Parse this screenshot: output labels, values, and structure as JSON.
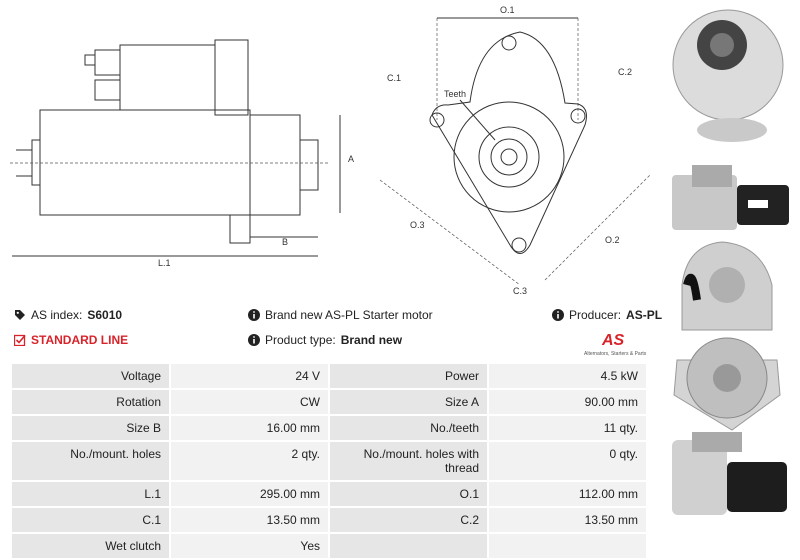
{
  "drawing": {
    "dim_labels": {
      "a": "A",
      "b": "B",
      "l1": "L.1",
      "o1": "O.1",
      "o2": "O.2",
      "o3": "O.3",
      "c1": "C.1",
      "c2": "C.2",
      "c3": "C.3",
      "teeth": "Teeth"
    }
  },
  "info": {
    "as_index_label": "AS index:",
    "as_index_value": "S6010",
    "description": "Brand new AS-PL Starter motor",
    "producer_label": "Producer:",
    "producer_value": "AS-PL",
    "line_label": "STANDARD LINE",
    "product_type_label": "Product type:",
    "product_type_value": "Brand new",
    "logo_text": "AS",
    "logo_tagline": "Alternators, Starters & Parts"
  },
  "specs": [
    {
      "l1": "Voltage",
      "v1": "24 V",
      "l2": "Power",
      "v2": "4.5 kW"
    },
    {
      "l1": "Rotation",
      "v1": "CW",
      "l2": "Size A",
      "v2": "90.00 mm"
    },
    {
      "l1": "Size B",
      "v1": "16.00 mm",
      "l2": "No./teeth",
      "v2": "11 qty."
    },
    {
      "l1": "No./mount. holes",
      "v1": "2 qty.",
      "l2": "No./mount. holes with thread",
      "v2": "0 qty."
    },
    {
      "l1": "L.1",
      "v1": "295.00 mm",
      "l2": "O.1",
      "v2": "112.00 mm"
    },
    {
      "l1": "C.1",
      "v1": "13.50 mm",
      "l2": "C.2",
      "v2": "13.50 mm"
    },
    {
      "l1": "Wet clutch",
      "v1": "Yes",
      "l2": "",
      "v2": ""
    }
  ],
  "colors": {
    "accent": "#d8232a",
    "table_label": "#e6e6e6",
    "table_value": "#f2f2f2"
  },
  "icons": [
    "tag-icon",
    "info-icon",
    "checkbox-icon"
  ]
}
